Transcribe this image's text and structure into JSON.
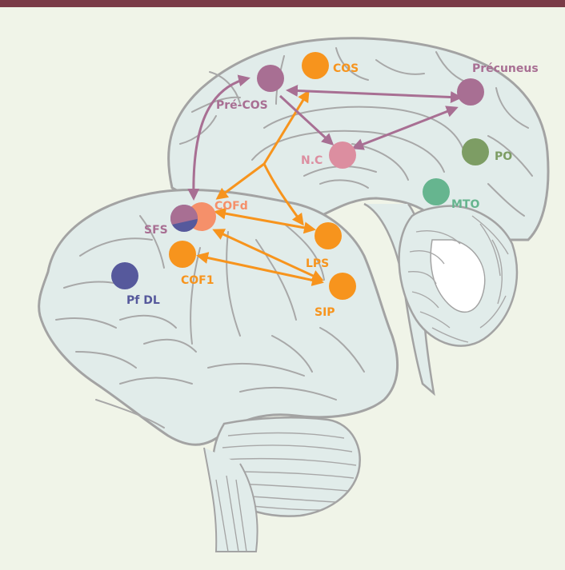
{
  "colors": {
    "orange": "#f7941d",
    "mauve": "#a86f93",
    "pink": "#dc8ea0",
    "green": "#7d9d64",
    "teal": "#66b58f",
    "navy": "#56599c",
    "salmon": "#f5906a",
    "brain_fill": "#e1ecea",
    "outline": "#a3a3a3",
    "background": "#f0f4e8",
    "top_bar": "#7a3b47"
  },
  "regions": {
    "pre_cos": "Pré-COS",
    "cos": "COS",
    "precuneus": "Précuneus",
    "nc": "N.C",
    "po": "PO",
    "mto": "MTO",
    "cofd": "COFd",
    "sfs": "SFS",
    "lps": "LPS",
    "cof1": "COF1",
    "sip": "SIP",
    "pfdl": "Pf DL"
  }
}
